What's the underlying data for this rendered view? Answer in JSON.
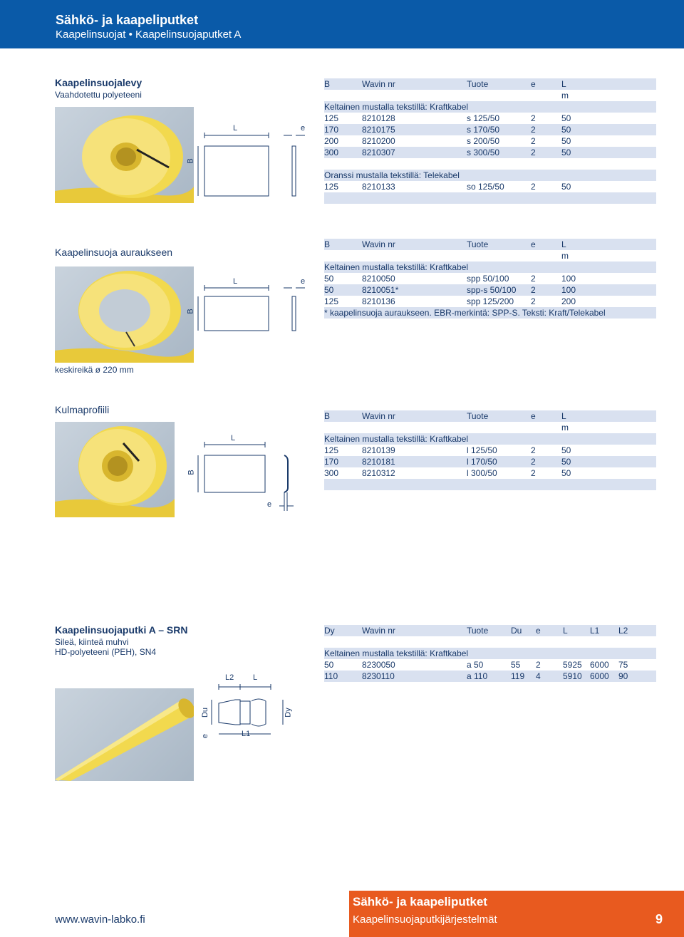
{
  "header": {
    "title": "Sähkö- ja kaapeliputket",
    "subtitle": "Kaapelinsuojat • Kaapelinsuojaputket A"
  },
  "section1": {
    "title": "Kaapelinsuojalevy",
    "subtitle": "Vaahdotettu polyeteeni",
    "headers": [
      "B",
      "Wavin nr",
      "Tuote",
      "e",
      "L"
    ],
    "unit": "m",
    "group1_label": "Keltainen mustalla tekstillä: Kraftkabel",
    "rows1": [
      [
        "125",
        "8210128",
        "s 125/50",
        "2",
        "50"
      ],
      [
        "170",
        "8210175",
        "s 170/50",
        "2",
        "50"
      ],
      [
        "200",
        "8210200",
        "s 200/50",
        "2",
        "50"
      ],
      [
        "300",
        "8210307",
        "s 300/50",
        "2",
        "50"
      ]
    ],
    "group2_label": "Oranssi mustalla tekstillä: Telekabel",
    "rows2": [
      [
        "125",
        "8210133",
        "so 125/50",
        "2",
        "50"
      ]
    ],
    "diag": {
      "L": "L",
      "e": "e",
      "B": "B"
    }
  },
  "section2": {
    "title": "Kaapelinsuoja auraukseen",
    "headers": [
      "B",
      "Wavin nr",
      "Tuote",
      "e",
      "L"
    ],
    "unit": "m",
    "group1_label": "Keltainen mustalla tekstillä: Kraftkabel",
    "rows1": [
      [
        "50",
        "8210050",
        "spp 50/100",
        "2",
        "100"
      ],
      [
        "50",
        "8210051*",
        "spp-s 50/100",
        "2",
        "100"
      ],
      [
        "125",
        "8210136",
        "spp 125/200",
        "2",
        "200"
      ]
    ],
    "footnote": "* kaapelinsuoja auraukseen. EBR-merkintä: SPP-S. Teksti: Kraft/Telekabel",
    "note": "keskireikä ø 220 mm",
    "diag": {
      "L": "L",
      "e": "e",
      "B": "B"
    }
  },
  "section3": {
    "title": "Kulmaprofiili",
    "headers": [
      "B",
      "Wavin nr",
      "Tuote",
      "e",
      "L"
    ],
    "unit": "m",
    "group1_label": "Keltainen mustalla tekstillä: Kraftkabel",
    "rows1": [
      [
        "125",
        "8210139",
        "l 125/50",
        "2",
        "50"
      ],
      [
        "170",
        "8210181",
        "l 170/50",
        "2",
        "50"
      ],
      [
        "300",
        "8210312",
        "l 300/50",
        "2",
        "50"
      ]
    ],
    "diag": {
      "L": "L",
      "e": "e",
      "B": "B"
    }
  },
  "section4": {
    "title": "Kaapelinsuojaputki A – SRN",
    "subtitle1": "Sileä, kiinteä muhvi",
    "subtitle2": "HD-polyeteeni (PEH), SN4",
    "headers": [
      "Dy",
      "Wavin nr",
      "Tuote",
      "Du",
      "e",
      "L",
      "L1",
      "L2"
    ],
    "group1_label": "Keltainen mustalla tekstillä: Kraftkabel",
    "rows1": [
      [
        "50",
        "8230050",
        "a 50",
        "55",
        "2",
        "5925",
        "6000",
        "75"
      ],
      [
        "110",
        "8230110",
        "a 110",
        "119",
        "4",
        "5910",
        "6000",
        "90"
      ]
    ],
    "diag": {
      "L2": "L2",
      "L": "L",
      "Du": "Du",
      "Dy": "Dy",
      "e": "e",
      "L1": "L1"
    }
  },
  "footer": {
    "url": "www.wavin-labko.fi",
    "title": "Sähkö- ja kaapeliputket",
    "subtitle": "Kaapelinsuojaputkijärjestelmät",
    "page": "9"
  },
  "colors": {
    "header": "#0a5aa8",
    "footer_bar": "#e85a1f",
    "row_shade": "#d9e1f0",
    "text": "#1a3a6a",
    "product": "#f2d94e"
  }
}
